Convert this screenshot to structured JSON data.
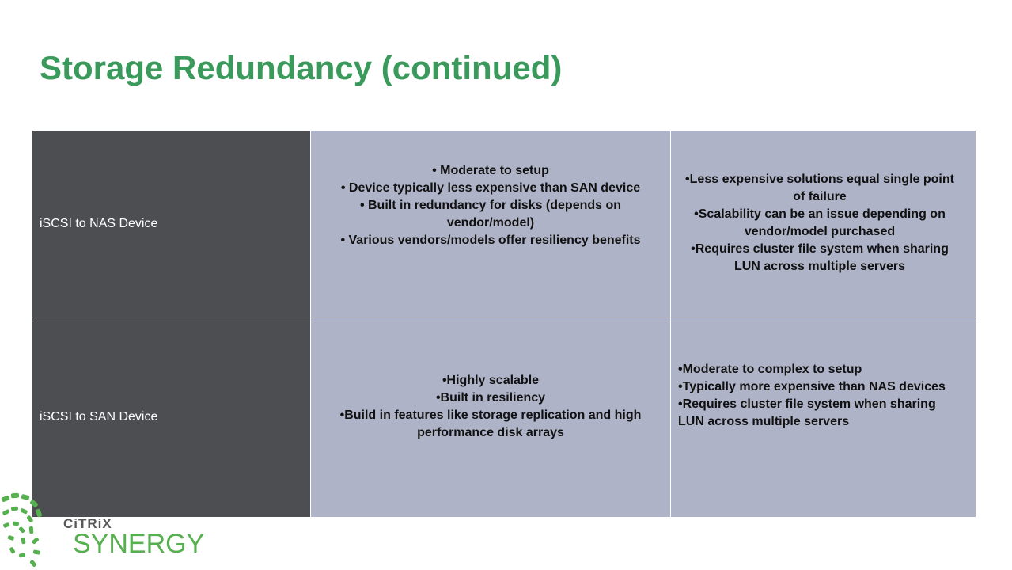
{
  "title": "Storage Redundancy (continued)",
  "rows": [
    {
      "label": "iSCSI to NAS Device",
      "pros": [
        "• Moderate to setup",
        "• Device typically less expensive than SAN device",
        "• Built in redundancy for disks (depends on vendor/model)",
        "• Various vendors/models offer resiliency benefits"
      ],
      "cons": [
        "•Less expensive solutions equal single point of failure",
        "•Scalability can be an issue depending on vendor/model purchased",
        "•Requires cluster file system when sharing LUN across multiple servers"
      ]
    },
    {
      "label": "iSCSI to SAN Device",
      "pros": [
        "•Highly scalable",
        "•Built in resiliency",
        "•Build in features like storage replication and high performance disk arrays"
      ],
      "cons": [
        "•Moderate to complex to setup",
        "•Typically more expensive than NAS devices",
        "•Requires cluster file system when sharing LUN across multiple servers"
      ]
    }
  ],
  "logo": {
    "brand": "CiTRiX",
    "product": "SYNERGY",
    "brand_color": "#585858",
    "product_color": "#57b04f"
  },
  "colors": {
    "title": "#3a9a5b",
    "label_bg": "#4d4e52",
    "cell_bg": "#aeb3c7"
  }
}
